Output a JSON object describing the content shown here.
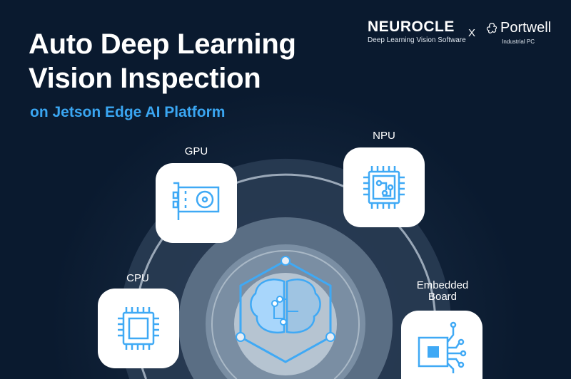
{
  "header": {
    "title_line1": "Auto Deep Learning",
    "title_line2": "Vision Inspection",
    "subtitle": "on Jetson Edge AI Platform"
  },
  "logos": {
    "neurocle": "NEUROCLE",
    "neurocle_tagline": "Deep Learning Vision Software",
    "separator": "X",
    "portwell": "Portwell",
    "portwell_tagline": "Industrial PC"
  },
  "nodes": {
    "gpu": "GPU",
    "npu": "NPU",
    "cpu": "CPU",
    "embedded_line1": "Embedded",
    "embedded_line2": "Board"
  },
  "colors": {
    "background": "#0a1a2f",
    "accent": "#3aa6f2",
    "icon": "#3fa9f5"
  }
}
